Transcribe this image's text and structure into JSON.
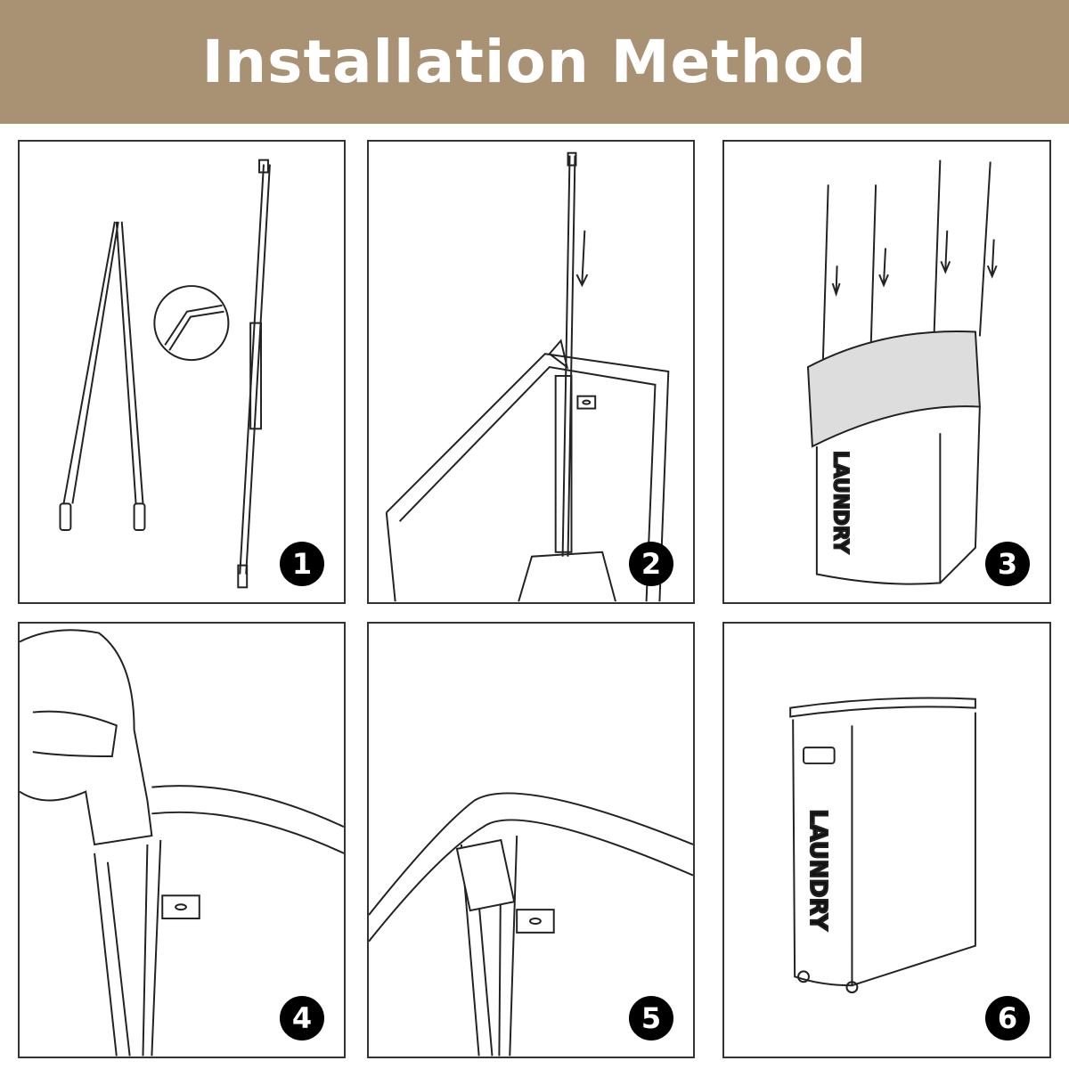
{
  "title": "Installation Method",
  "steps": [
    {
      "number": "1"
    },
    {
      "number": "2"
    },
    {
      "number": "3",
      "label": "LAUNDRY"
    },
    {
      "number": "4"
    },
    {
      "number": "5"
    },
    {
      "number": "6",
      "label": "LAUNDRY"
    }
  ],
  "colors": {
    "header": "#a99273",
    "badge": "#000000"
  }
}
